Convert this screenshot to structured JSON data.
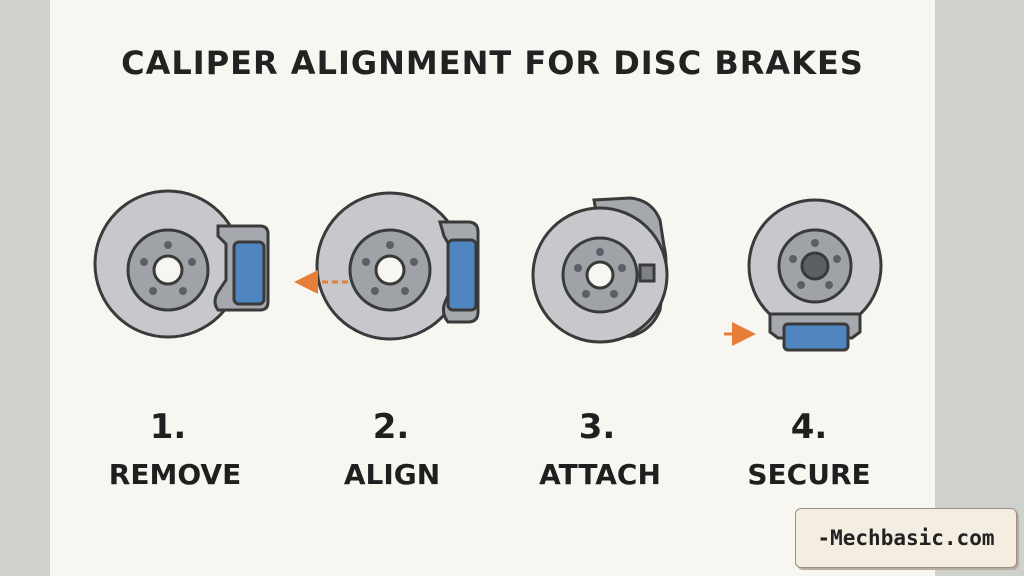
{
  "title": "CALIPER ALIGNMENT FOR DISC BRAKES",
  "steps": [
    {
      "number": "1.",
      "label": "REMOVE"
    },
    {
      "number": "2.",
      "label": "ALIGN"
    },
    {
      "number": "3.",
      "label": "ATTACH"
    },
    {
      "number": "4.",
      "label": "SECURE"
    }
  ],
  "watermark": "-Mechbasic.com",
  "colors": {
    "background": "#f8f6f1",
    "rotor": "#c6c8cb",
    "hub": "#9fa3a8",
    "caliper": "#a5a8ac",
    "pad": "#4f86c0",
    "arrow": "#e67e3a",
    "outline": "#3a3a3a"
  }
}
